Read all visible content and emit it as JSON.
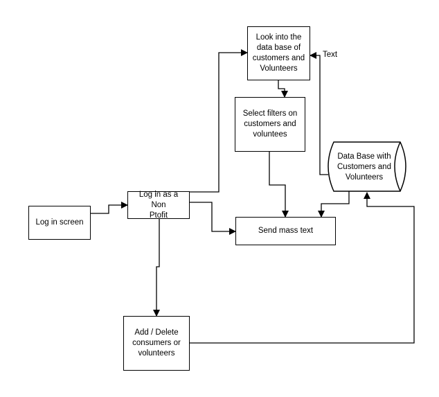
{
  "nodes": {
    "login_screen": "Log in screen",
    "login_nonprofit": "Log in as a Non\nPtofit",
    "lookup_db": "Look into the\ndata base of\ncustomers and\nVolunteers",
    "select_filters": "Select filters on\ncustomers and\nvoluntees",
    "send_mass_text": "Send mass text",
    "add_delete": "Add / Delete\nconsumers or\nvolunteers",
    "database": "Data Base with\nCustomers and\nVolunteers"
  },
  "edge_labels": {
    "text": "Text"
  },
  "colors": {
    "stroke": "#000000",
    "background": "#ffffff"
  }
}
